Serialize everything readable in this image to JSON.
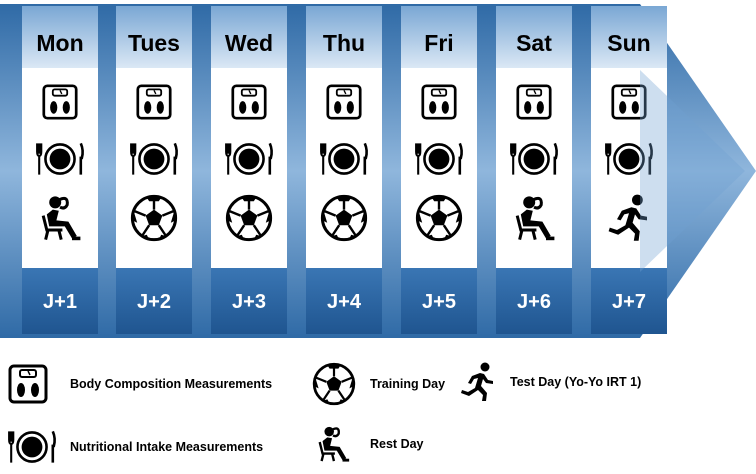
{
  "days": [
    {
      "day": "Mon",
      "j": "J+1",
      "activity": "rest"
    },
    {
      "day": "Tues",
      "j": "J+2",
      "activity": "training"
    },
    {
      "day": "Wed",
      "j": "J+3",
      "activity": "training"
    },
    {
      "day": "Thu",
      "j": "J+4",
      "activity": "training"
    },
    {
      "day": "Fri",
      "j": "J+5",
      "activity": "training"
    },
    {
      "day": "Sat",
      "j": "J+6",
      "activity": "rest"
    },
    {
      "day": "Sun",
      "j": "J+7",
      "activity": "test"
    }
  ],
  "legend": {
    "body_composition": "Body Composition Measurements",
    "nutritional_intake": "Nutritional Intake Measurements",
    "training_day": "Training Day",
    "rest_day": "Rest Day",
    "test_day": "Test Day (Yo-Yo IRT 1)"
  },
  "colors": {
    "blue_dark": "#2f6aa6",
    "blue_light": "#d7e6f4",
    "icon": "#000000"
  },
  "icons": {
    "scale": "scale-icon",
    "plate": "plate-icon",
    "ball": "soccer-ball-icon",
    "rest": "resting-person-icon",
    "run": "running-person-icon"
  }
}
